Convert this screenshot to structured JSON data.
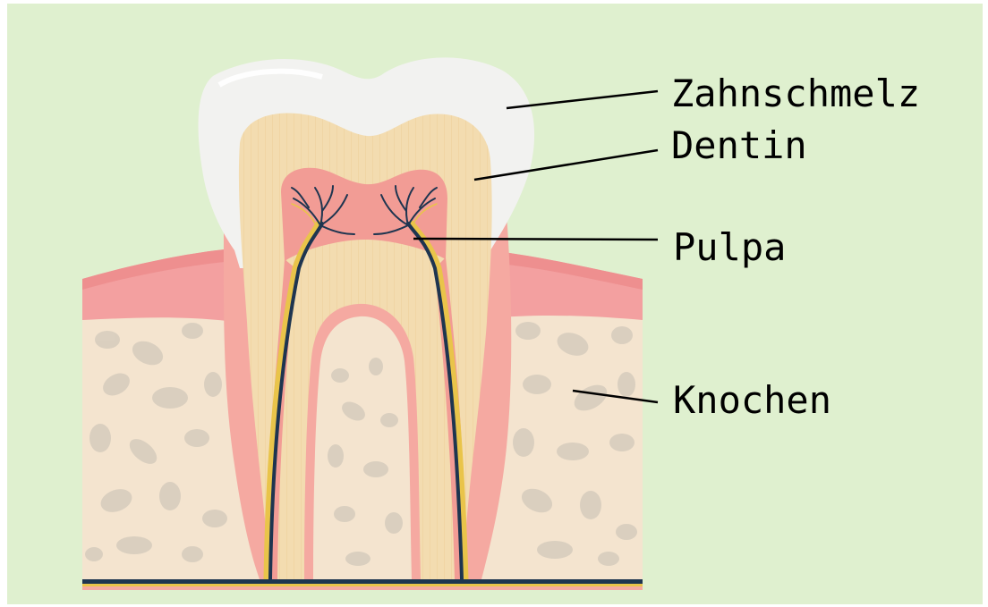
{
  "labels": {
    "enamel": "Zahnschmelz",
    "dentin": "Dentin",
    "pulp": "Pulpa",
    "bone": "Knochen"
  },
  "colors": {
    "background": "#dff0cf",
    "enamel": "#f2f2f0",
    "dentin": "#f3dcb0",
    "pulp": "#f0a49a",
    "gum": "#f0a0a0",
    "bone": "#f4e4cf",
    "bone_spots": "#d6ccbd",
    "nerve": "#1e3550",
    "nerve_yellow": "#e9c44a",
    "leader_line": "#000000"
  },
  "icons": [
    "tooth-illustration",
    "nerve-branch-icon"
  ]
}
